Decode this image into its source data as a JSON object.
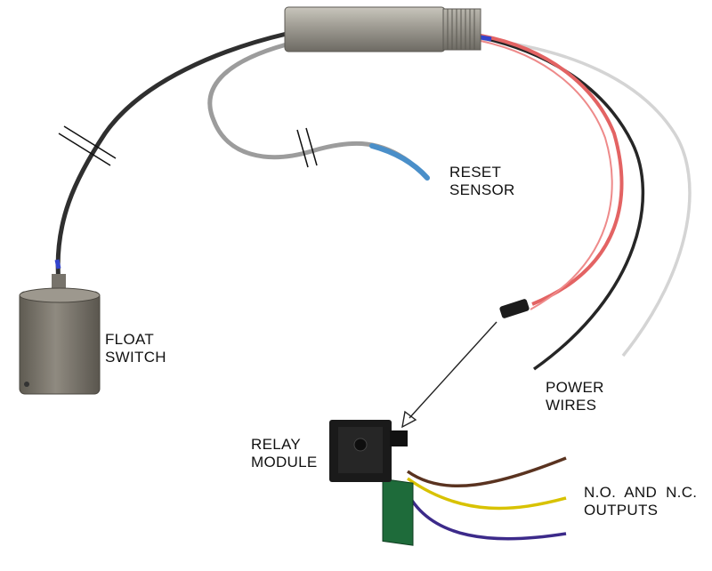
{
  "labels": {
    "reset_sensor": [
      "RESET",
      "SENSOR"
    ],
    "float_switch": [
      "FLOAT",
      "SWITCH"
    ],
    "power_wires": [
      "POWER",
      "WIRES"
    ],
    "relay_module": [
      "RELAY",
      "MODULE"
    ],
    "outputs": [
      "N.O.  AND  N.C.",
      "OUTPUTS"
    ]
  },
  "colors": {
    "background": "#ffffff",
    "metal": "#8a8780",
    "cable_black": "#2e2e2e",
    "cable_gray": "#9a9a9a",
    "sensor_tip": "#4a8fc9",
    "wire_red": "#e06060",
    "wire_white": "#e9e9e9",
    "wire_brown": "#5a3320",
    "wire_yellow": "#d8c200",
    "wire_purple": "#3c2a8a",
    "pcb_green": "#1e6b3a",
    "relay_black": "#1a1a1a"
  }
}
